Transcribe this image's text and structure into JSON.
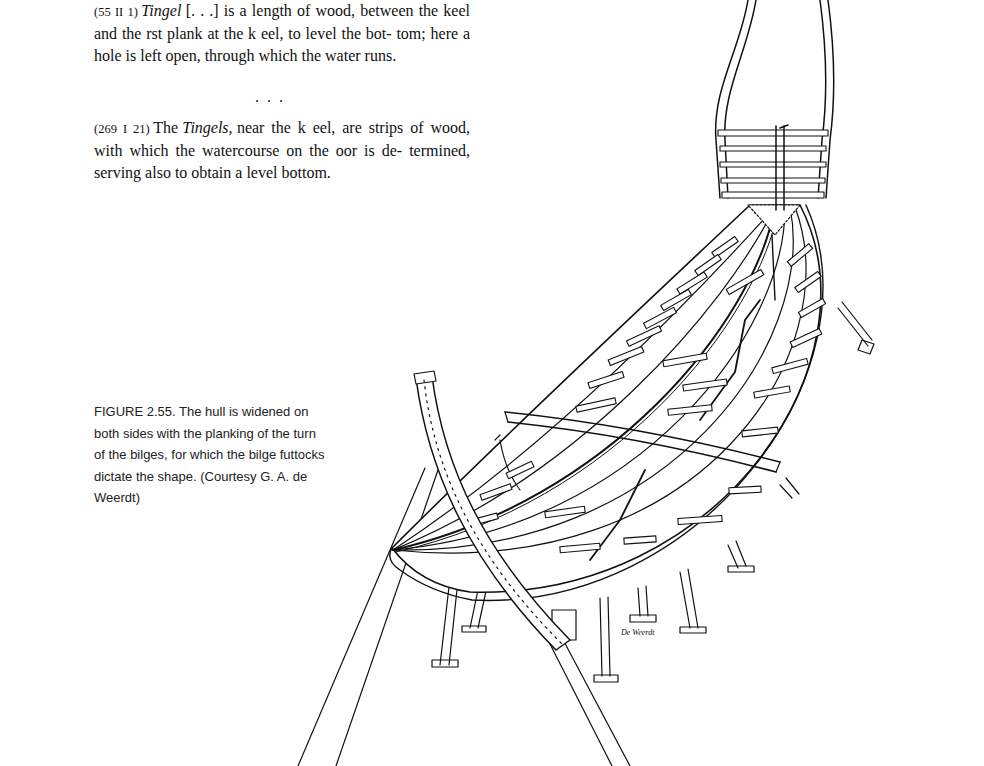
{
  "diagram": {
    "caption": "FIGURE 2.55. The hull is widened on both sides with the planking of the turn of the bilges, for which the bilge futtocks dictate the shape. (Courtesy G. A. de Weerdt)",
    "labels": [
      "(55 II 1)",
      "Tingel",
      "[. . .] is a length of wood, between the keel and the rst plank at the k eel, to level the bot- tom; here a hole is left open, through which the water runs.",
      ". . .",
      "(269 I 21)",
      "The",
      "Tingels,",
      "near the k eel, are strips of wood, with which the watercourse on the oor is de- termined, serving also to obtain a level bottom.",
      "De Weerdt"
    ]
  }
}
